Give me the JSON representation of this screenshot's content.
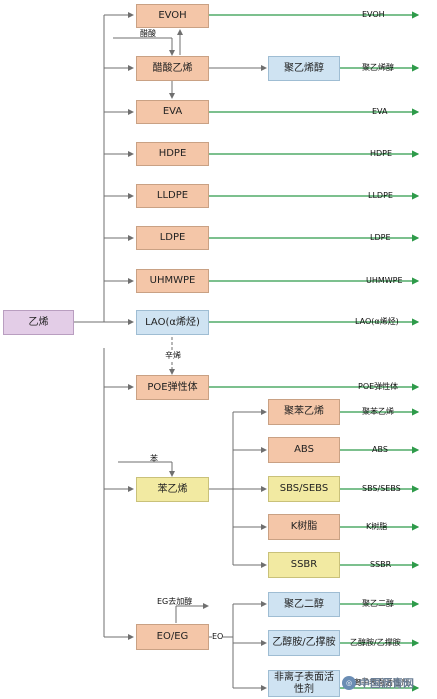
{
  "source": {
    "label": "乙烯"
  },
  "nodes": {
    "evoh": "EVOH",
    "vinyl_acetate": "醋酸乙烯",
    "pva": "聚乙烯醇",
    "eva": "EVA",
    "hdpe": "HDPE",
    "lldpe": "LLDPE",
    "ldpe": "LDPE",
    "uhmwpe": "UHMWPE",
    "lao": "LAO(α烯烃)",
    "poe": "POE弹性体",
    "styrene": "苯乙烯",
    "polystyrene": "聚苯乙烯",
    "abs": "ABS",
    "sbs": "SBS/SEBS",
    "k_resin": "K树脂",
    "ssbr": "SSBR",
    "eoeg": "EO/EG",
    "peg": "聚乙二醇",
    "ethanolamine": "乙醇胺/乙撑胺",
    "surfactant": "非离子表面活性剂"
  },
  "outputs": {
    "evoh": "EVOH",
    "pva": "聚乙烯醇",
    "eva": "EVA",
    "hdpe": "HDPE",
    "lldpe": "LLDPE",
    "ldpe": "LDPE",
    "uhmwpe": "UHMWPE",
    "lao": "LAO(α烯烃)",
    "poe": "POE弹性体",
    "polystyrene": "聚苯乙烯",
    "abs": "ABS",
    "sbs": "SBS/SEBS",
    "k_resin": "K树脂",
    "ssbr": "SSBR",
    "peg": "聚乙二醇",
    "ethanolamine": "乙醇胺/乙撑胺",
    "surfactant": "非离子表面活性剂"
  },
  "inputs": {
    "acetic_acid": "醋酸",
    "octene": "辛烯",
    "benzene": "苯",
    "eg_dispatch": "EG去加醇",
    "eo": "EO"
  },
  "watermark": {
    "text": "中国沥青网"
  },
  "colors": {
    "arrow": "#2e9b4a",
    "line": "#6f6f6f",
    "orange": "#f4c6a8",
    "blue": "#cfe3f2",
    "yellow": "#f2eaa2",
    "purple": "#e3cde7"
  }
}
